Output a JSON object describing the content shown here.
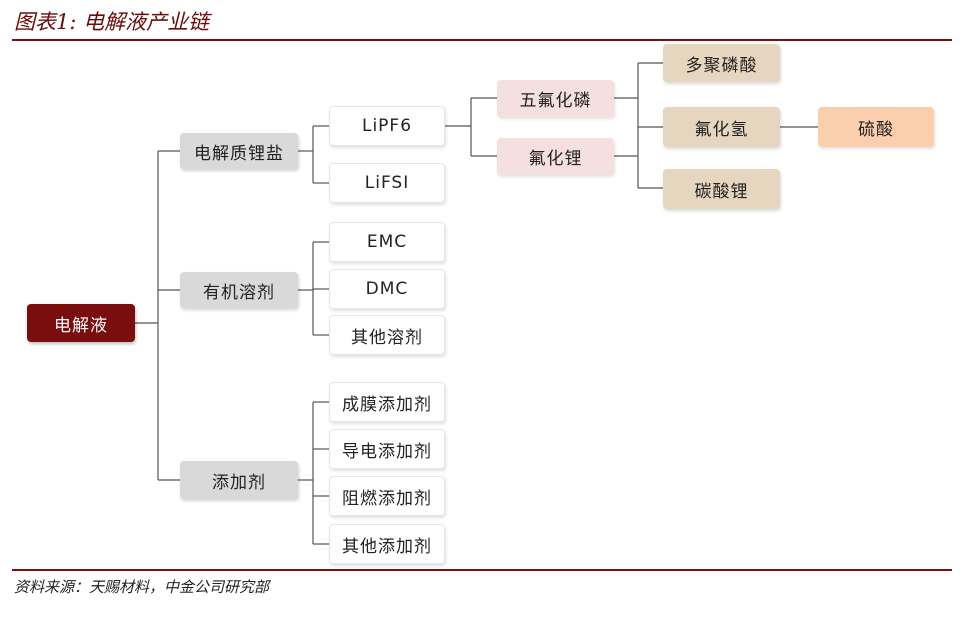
{
  "title": "图表1: 电解液产业链",
  "source": "资料来源：天赐材料，中金公司研究部",
  "nodes": {
    "root": "电解液",
    "salt": "电解质锂盐",
    "solvent": "有机溶剂",
    "additive": "添加剂",
    "lipf6": "LiPF6",
    "lifsi": "LiFSI",
    "emc": "EMC",
    "dmc": "DMC",
    "other_solvent": "其他溶剂",
    "film_additive": "成膜添加剂",
    "conductive_additive": "导电添加剂",
    "flame_additive": "阻燃添加剂",
    "other_additive": "其他添加剂",
    "pcl5": "五氟化磷",
    "lif": "氟化锂",
    "polyphosphoric": "多聚磷酸",
    "hf": "氟化氢",
    "li2co3": "碳酸锂",
    "h2so4": "硫酸"
  },
  "colors": {
    "root": "#7a0e0e",
    "category": "#d9d9d9",
    "intermediate": "#f6e0df",
    "raw_material": "#e6d6bf",
    "upstream": "#fbcfae",
    "rule": "#7a1010"
  }
}
